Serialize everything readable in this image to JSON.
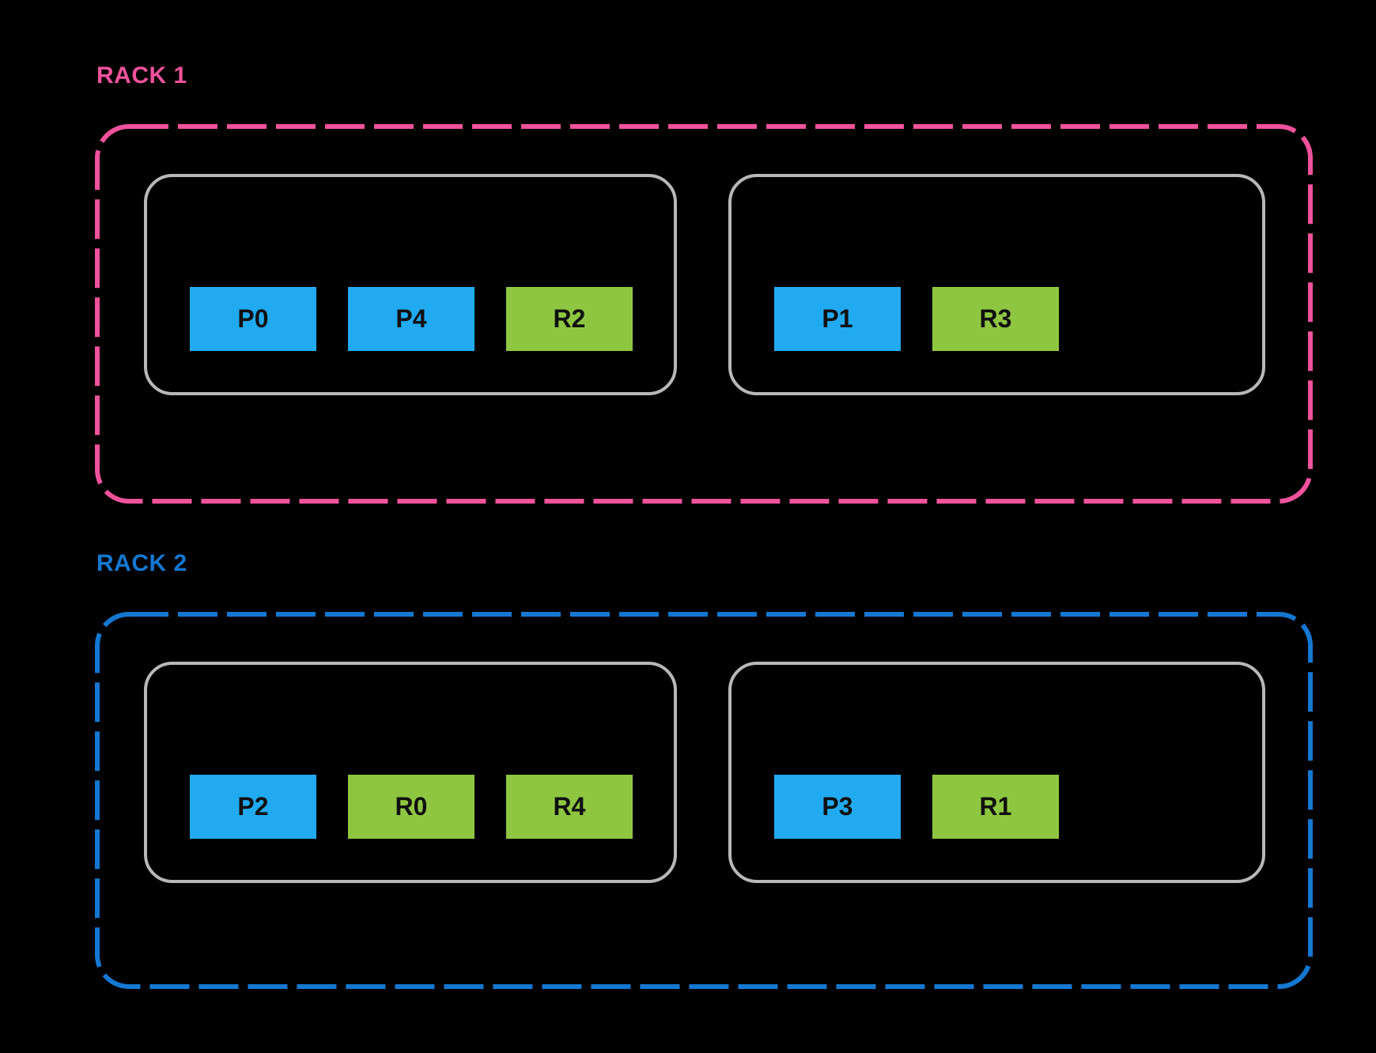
{
  "colors": {
    "background": "#000000",
    "rack1-accent": "#F0529C",
    "rack2-accent": "#1478D2",
    "node-border": "#B8B8B8",
    "block-blue": "#21AAF0",
    "block-green": "#8EC641",
    "block-text": "#101010"
  },
  "racks": [
    {
      "label": "RACK 1",
      "nodes": [
        {
          "blocks": [
            {
              "label": "P0",
              "kind": "primary"
            },
            {
              "label": "P4",
              "kind": "primary"
            },
            {
              "label": "R2",
              "kind": "replica"
            }
          ]
        },
        {
          "blocks": [
            {
              "label": "P1",
              "kind": "primary"
            },
            {
              "label": "R3",
              "kind": "replica"
            }
          ]
        }
      ]
    },
    {
      "label": "RACK 2",
      "nodes": [
        {
          "blocks": [
            {
              "label": "P2",
              "kind": "primary"
            },
            {
              "label": "R0",
              "kind": "replica"
            },
            {
              "label": "R4",
              "kind": "replica"
            }
          ]
        },
        {
          "blocks": [
            {
              "label": "P3",
              "kind": "primary"
            },
            {
              "label": "R1",
              "kind": "replica"
            }
          ]
        }
      ]
    }
  ]
}
